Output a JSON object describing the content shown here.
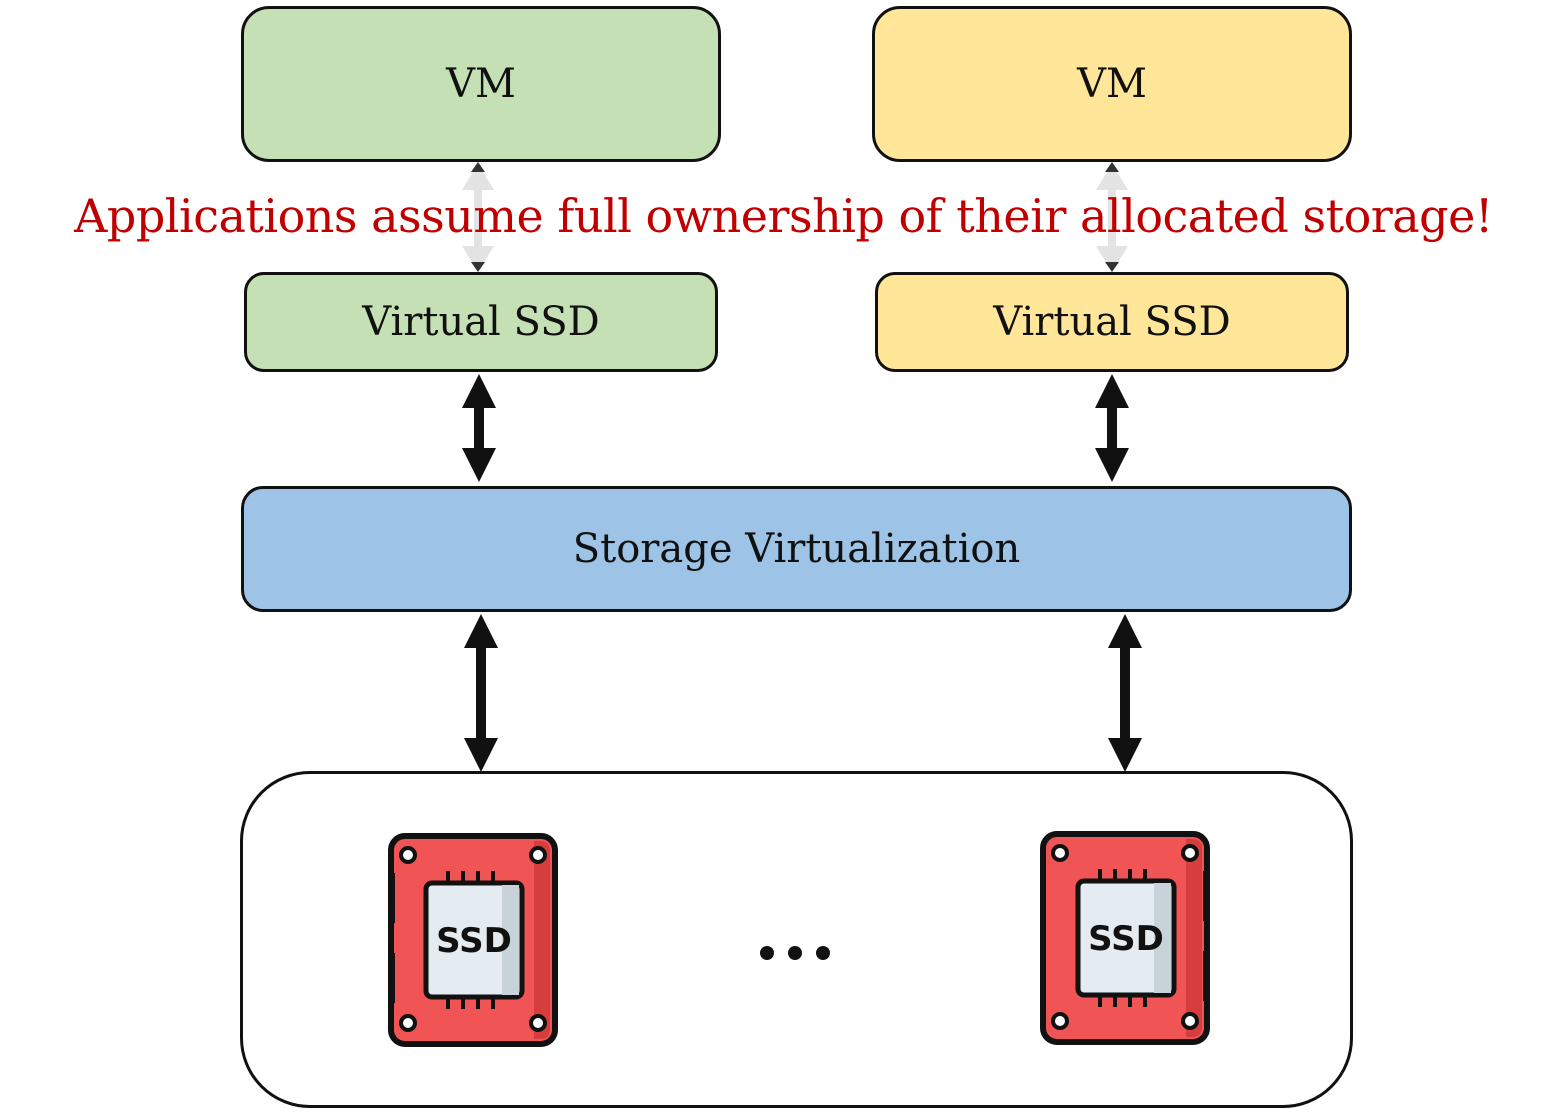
{
  "vms": [
    {
      "label": "VM",
      "fill": "#c5e0b4"
    },
    {
      "label": "VM",
      "fill": "#ffe699"
    }
  ],
  "virtual_ssds": [
    {
      "label": "Virtual SSD",
      "fill": "#c5e0b4"
    },
    {
      "label": "Virtual SSD",
      "fill": "#ffe699"
    }
  ],
  "storage_virtualization": {
    "label": "Storage Virtualization",
    "fill": "#9dc3e6"
  },
  "banner": {
    "text": "Applications assume full ownership of their allocated storage!",
    "color": "#c00000"
  },
  "ssd_devices": [
    {
      "label": "SSD",
      "icon": "ssd-chip-icon",
      "color": "#f05454"
    },
    {
      "label": "SSD",
      "icon": "ssd-chip-icon",
      "color": "#f05454"
    }
  ],
  "ellipsis_icon": "ellipsis-icon"
}
